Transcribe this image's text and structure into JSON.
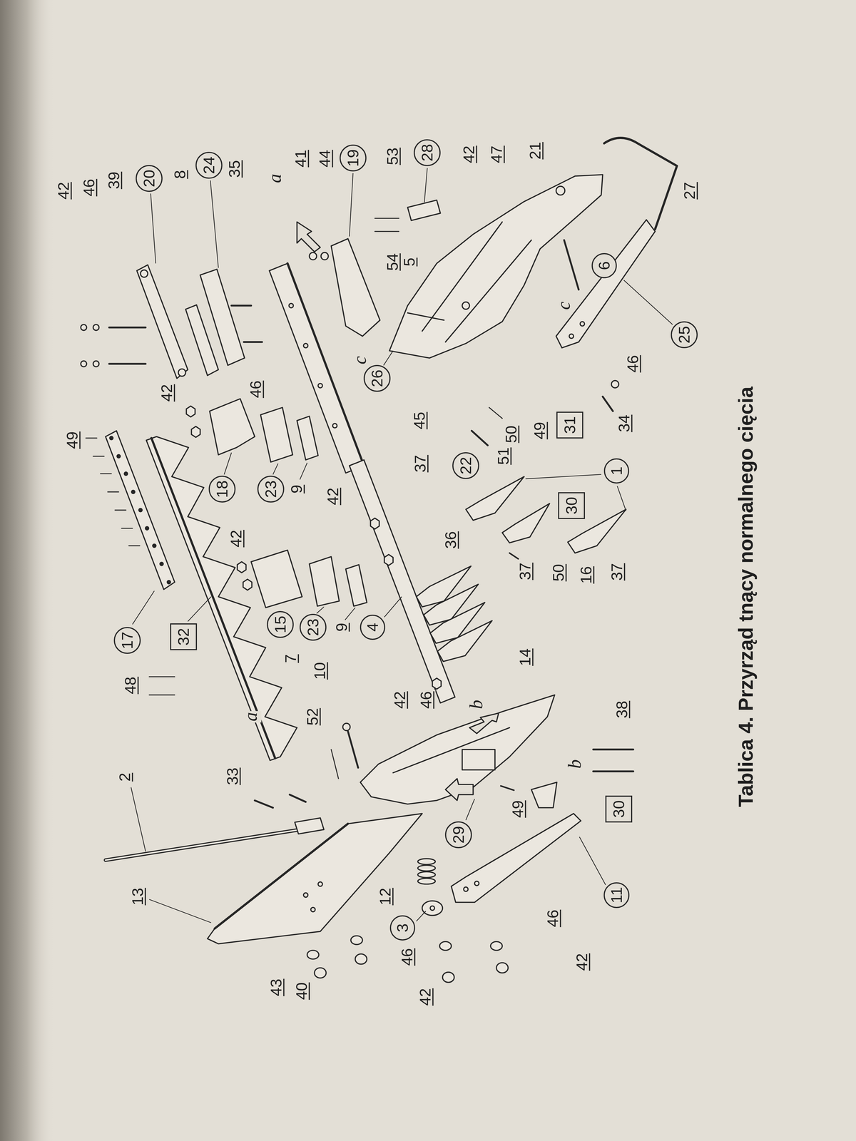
{
  "diagram": {
    "caption": "Tablica 4. Przyrząd tnący normalnego cięcia",
    "nodes": [
      {
        "text": [
          "17"
        ]
      },
      {
        "text": [
          "20"
        ]
      },
      {
        "text": [
          "32"
        ]
      },
      {
        "text": [
          "24"
        ]
      },
      {
        "text": [
          "18"
        ]
      },
      {
        "text": [
          "23"
        ]
      },
      {
        "text": [
          "15"
        ]
      },
      {
        "text": [
          "23"
        ]
      },
      {
        "text": [
          "19"
        ]
      },
      {
        "text": [
          "4"
        ]
      },
      {
        "text": [
          "26"
        ]
      },
      {
        "text": [
          "3"
        ]
      },
      {
        "text": [
          "28"
        ]
      },
      {
        "text": [
          "29"
        ]
      },
      {
        "text": [
          "22"
        ]
      },
      {
        "text": [
          "31"
        ]
      },
      {
        "text": [
          "30"
        ]
      },
      {
        "text": [
          "6"
        ]
      },
      {
        "text": [
          "1"
        ]
      },
      {
        "text": [
          "11"
        ]
      },
      {
        "text": [
          "30"
        ]
      },
      {
        "text": [
          "25"
        ]
      }
    ],
    "labels": [
      "42",
      "46",
      "39",
      "8",
      "35",
      "a",
      "41",
      "44",
      "53",
      "42",
      "47",
      "21",
      "27",
      "54",
      "5",
      "c",
      "46",
      "34",
      "49",
      "50",
      "51",
      "45",
      "37",
      "c",
      "46",
      "42",
      "49",
      "9",
      "42",
      "42",
      "36",
      "37",
      "50",
      "16",
      "37",
      "9",
      "48",
      "7",
      "10",
      "14",
      "a",
      "52",
      "42",
      "46",
      "b",
      "38",
      "b",
      "49",
      "2",
      "33",
      "13",
      "12",
      "46",
      "42",
      "43",
      "40",
      "46",
      "42"
    ]
  }
}
